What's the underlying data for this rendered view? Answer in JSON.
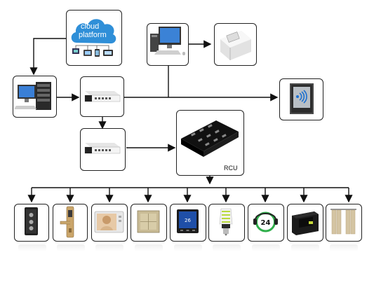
{
  "cloud": {
    "line1": "cloud",
    "line2": "platform"
  },
  "rcu": {
    "label": "RCU"
  },
  "icons": {
    "cloud_platform": "cloud-platform-icon",
    "server_pc": "server-workstation-icon",
    "switch_top": "network-switch-icon",
    "switch_bottom": "gateway-switch-icon",
    "desktop_pc": "desktop-computer-icon",
    "card_encoder": "card-encoder-icon",
    "card_reader": "rfid-card-reader-icon",
    "rcu_box": "room-control-unit-icon"
  },
  "devices": [
    "room-status-panel-icon",
    "door-lock-icon",
    "video-intercom-icon",
    "light-switch-panel-icon",
    "thermostat-icon",
    "led-bulb-icon",
    "24h-service-icon",
    "safe-box-icon",
    "curtain-icon"
  ],
  "colors": {
    "cloud": "#2f8fd8",
    "line": "#111111",
    "accent_blue": "#1a6fd1"
  }
}
